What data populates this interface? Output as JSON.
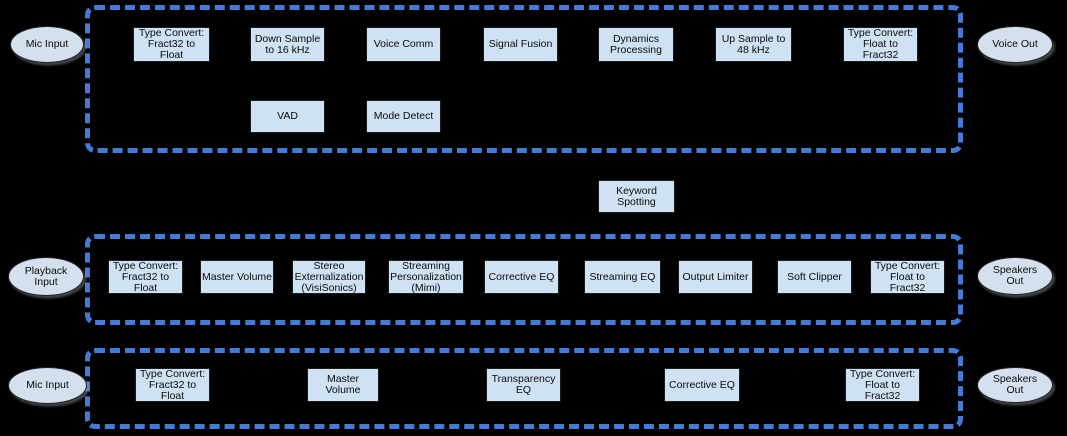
{
  "colors": {
    "background": "#000000",
    "block_fill": "#cfe2f3",
    "block_border": "#1c1c1c",
    "ellipse_fill": "#d5e0ef",
    "dash_border_blue": "#447bd9",
    "text": "#0b0b0b"
  },
  "sections": [
    {
      "input": {
        "label": "Mic Input"
      },
      "output": {
        "label": "Voice Out"
      },
      "blocks": [
        {
          "label": "Type Convert:\nFract32 to\nFloat"
        },
        {
          "label": "Down Sample\nto 16 kHz"
        },
        {
          "label": "Voice Comm"
        },
        {
          "label": "Signal Fusion"
        },
        {
          "label": "Dynamics\nProcessing"
        },
        {
          "label": "Up Sample to\n48 kHz"
        },
        {
          "label": "Type Convert:\nFloat to\nFract32"
        }
      ],
      "blocks_row2": [
        {
          "label": "VAD"
        },
        {
          "label": "Mode Detect"
        }
      ]
    },
    {
      "blocks": [
        {
          "label": "Keyword\nSpotting"
        }
      ]
    },
    {
      "input": {
        "label": "Playback\nInput"
      },
      "output": {
        "label": "Speakers\nOut"
      },
      "blocks": [
        {
          "label": "Type Convert:\nFract32 to\nFloat"
        },
        {
          "label": "Master Volume"
        },
        {
          "label": "Stereo\nExternalization\n(VisiSonics)"
        },
        {
          "label": "Streaming\nPersonalization\n(Mimi)"
        },
        {
          "label": "Corrective EQ"
        },
        {
          "label": "Streaming EQ"
        },
        {
          "label": "Output Limiter"
        },
        {
          "label": "Soft Clipper"
        },
        {
          "label": "Type Convert:\nFloat to\nFract32"
        }
      ]
    },
    {
      "input": {
        "label": "Mic Input"
      },
      "output": {
        "label": "Speakers\nOut"
      },
      "blocks": [
        {
          "label": "Type Convert:\nFract32 to\nFloat"
        },
        {
          "label": "Master Volume"
        },
        {
          "label": "Transparency\nEQ"
        },
        {
          "label": "Corrective EQ"
        },
        {
          "label": "Type Convert:\nFloat to\nFract32"
        }
      ]
    }
  ]
}
